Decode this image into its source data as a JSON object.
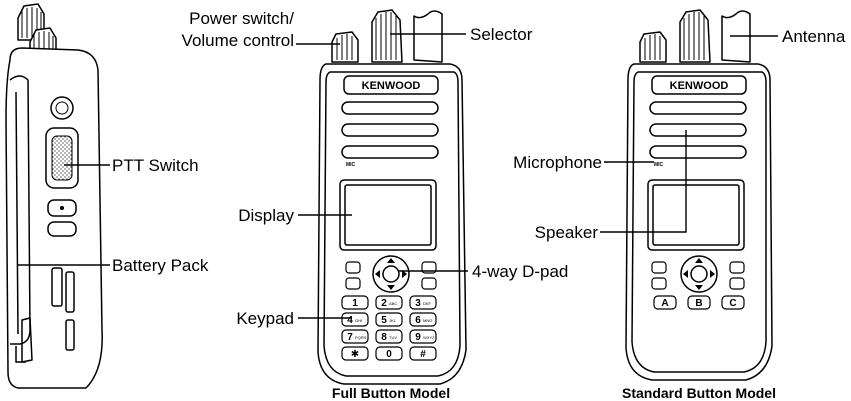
{
  "brand": "KENWOOD",
  "mic_mark": "MIC",
  "labels": {
    "power_volume_line1": "Power switch/",
    "power_volume_line2": "Volume control",
    "selector": "Selector",
    "antenna": "Antenna",
    "ptt_switch": "PTT Switch",
    "microphone": "Microphone",
    "display": "Display",
    "speaker": "Speaker",
    "battery_pack": "Battery Pack",
    "dpad": "4-way D-pad",
    "keypad": "Keypad"
  },
  "captions": {
    "full_model": "Full Button Model",
    "standard_model": "Standard Button Model"
  },
  "keypad_keys": [
    {
      "main": "1",
      "sub": ""
    },
    {
      "main": "2",
      "sub": "ABC"
    },
    {
      "main": "3",
      "sub": "DEF"
    },
    {
      "main": "4",
      "sub": "GHI"
    },
    {
      "main": "5",
      "sub": "JKL"
    },
    {
      "main": "6",
      "sub": "MNO"
    },
    {
      "main": "7",
      "sub": "PQRS"
    },
    {
      "main": "8",
      "sub": "TUV"
    },
    {
      "main": "9",
      "sub": "WXYZ"
    },
    {
      "main": "✱",
      "sub": ""
    },
    {
      "main": "0",
      "sub": ""
    },
    {
      "main": "#",
      "sub": ""
    }
  ],
  "standard_keys": [
    "A",
    "B",
    "C"
  ]
}
